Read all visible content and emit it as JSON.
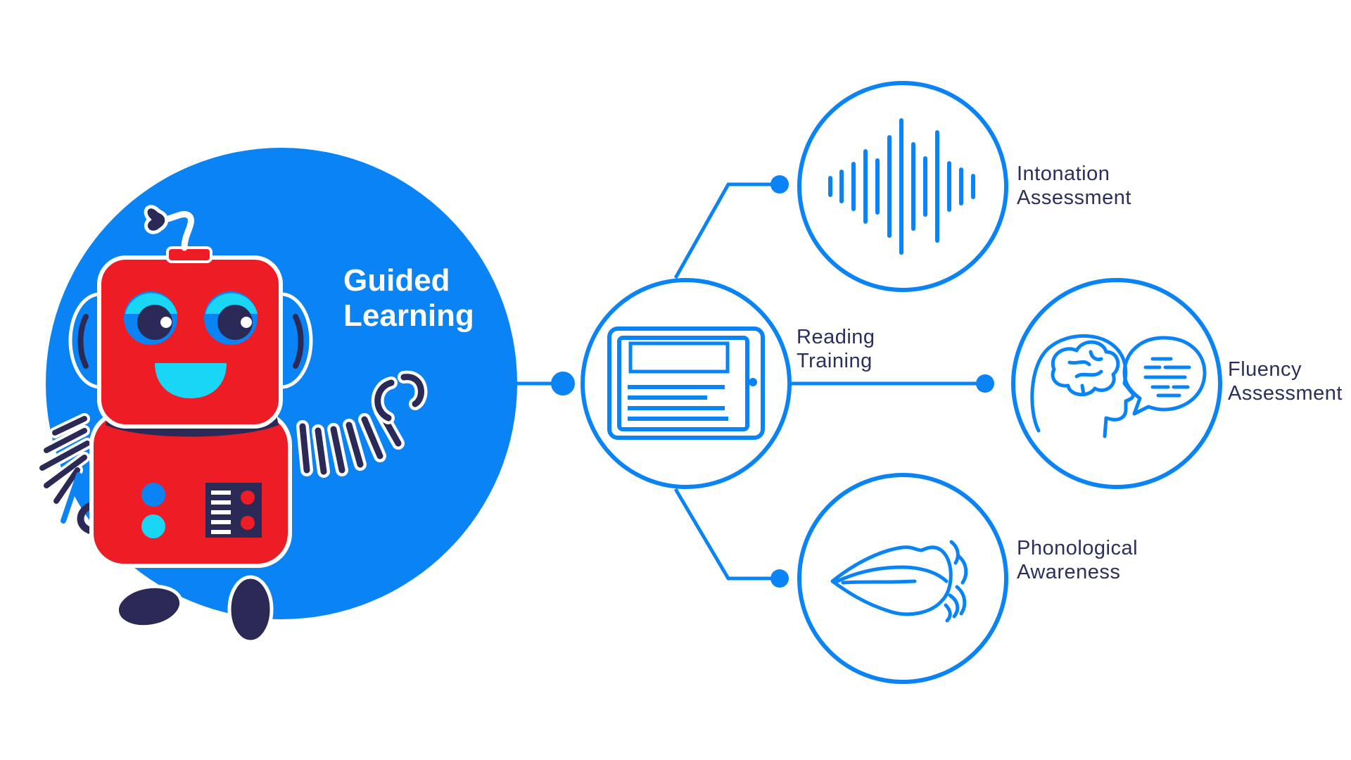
{
  "hero": {
    "line1": "Guided",
    "line2": "Learning"
  },
  "hub": {
    "line1": "Reading",
    "line2": "Training",
    "icon": "tablet-icon"
  },
  "nodes": [
    {
      "line1": "Intonation",
      "line2": "Assessment",
      "icon": "sound-wave-icon"
    },
    {
      "line1": "Fluency",
      "line2": "Assessment",
      "icon": "head-speech-bubble-icon"
    },
    {
      "line1": "Phonological",
      "line2": "Awareness",
      "icon": "lips-sound-icon"
    }
  ],
  "mascot": {
    "icon": "robot-mascot-icon"
  },
  "colors": {
    "accent": "#0a84f5",
    "robot_body": "#ee1c25",
    "robot_dark": "#2b2a57",
    "robot_cyan": "#19d6f5",
    "text": "#2b2f5c"
  }
}
